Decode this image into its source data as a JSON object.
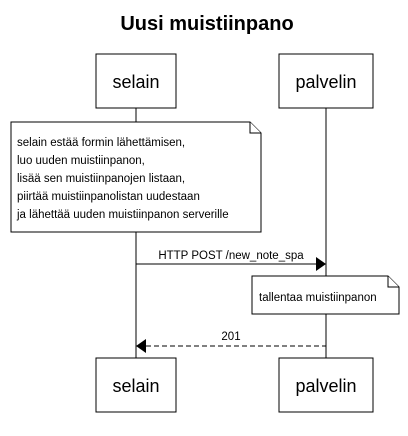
{
  "diagram": {
    "title": "Uusi muistiinpano",
    "participants": {
      "browser": "selain",
      "server": "palvelin"
    },
    "note_browser": {
      "lines": [
        "selain estää formin lähettämisen,",
        "luo uuden muistiinpanon,",
        "lisää sen muistiinpanojen listaan,",
        "piirtää muistiinpanolistan uudestaan",
        "ja lähettää uuden muistiinpanon serverille"
      ]
    },
    "message_request": "HTTP POST /new_note_spa",
    "note_server": "tallentaa muistiinpanon",
    "message_response": "201"
  }
}
